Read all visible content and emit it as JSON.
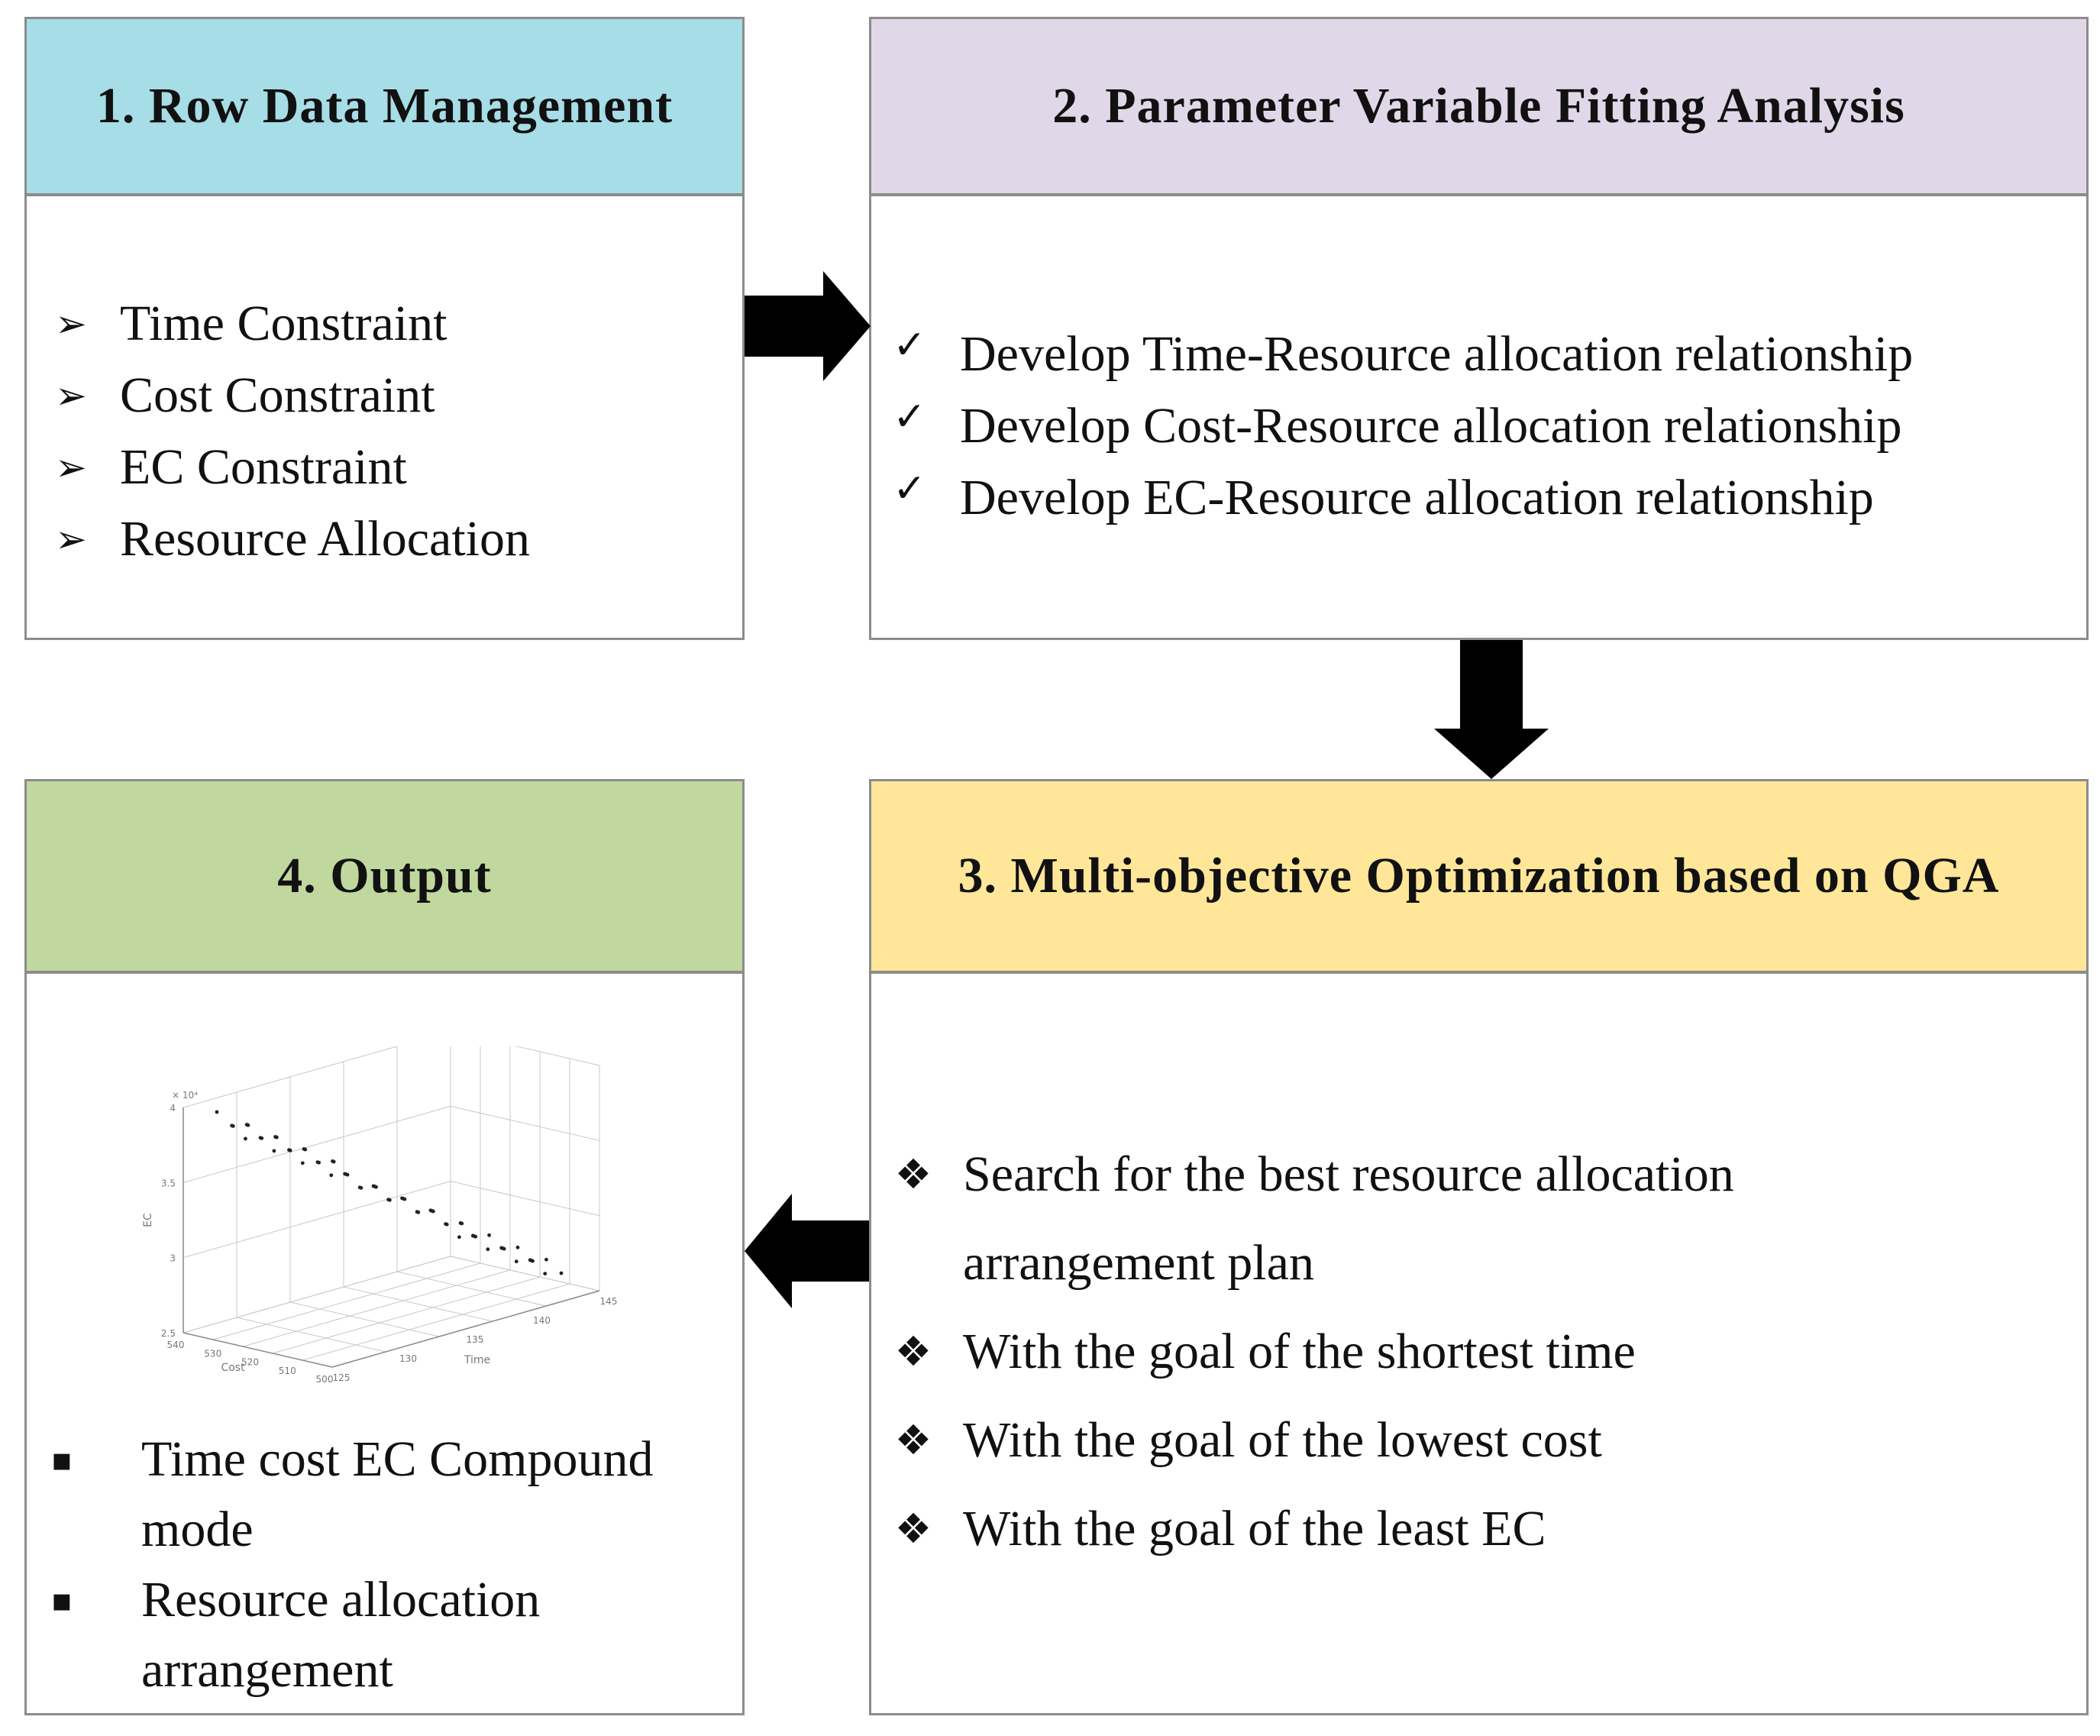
{
  "colors": {
    "box1_header": "#a6dde7",
    "box2_header": "#e0d8e8",
    "box3_header": "#ffe699",
    "box4_header": "#c0d89e",
    "border": "#8c8c8c",
    "arrow": "#000000"
  },
  "box1": {
    "title": "1. Row Data Management",
    "bullet_icon": "➢",
    "items": [
      "Time Constraint",
      "Cost Constraint",
      "EC Constraint",
      "Resource Allocation"
    ]
  },
  "box2": {
    "title": "2. Parameter Variable Fitting Analysis",
    "bullet_icon": "✓",
    "items": [
      "Develop Time-Resource allocation relationship",
      "Develop Cost-Resource allocation relationship",
      "Develop EC-Resource allocation relationship"
    ]
  },
  "box3": {
    "title": "3. Multi-objective Optimization based on QGA",
    "bullet_icon": "❖",
    "items": [
      {
        "line1": "Search for the best resource allocation",
        "line2": "arrangement plan"
      },
      {
        "line1": "With the goal of the shortest time"
      },
      {
        "line1": "With the goal of the lowest cost"
      },
      {
        "line1": "With the goal of the least EC"
      }
    ]
  },
  "box4": {
    "title": "4. Output",
    "bullet_icon": "▪",
    "items": [
      {
        "line1": "Time  cost EC Compound",
        "line2": "mode"
      },
      {
        "line1": "Resource allocation",
        "line2": "arrangement"
      }
    ],
    "plot": {
      "z_axis_label": "EC",
      "x_axis_label": "Time",
      "y_axis_label": "Cost",
      "z_exponent": "× 10⁴",
      "z_ticks": [
        "4",
        "3.5",
        "3",
        "2.5"
      ],
      "x_ticks": [
        "125",
        "130",
        "135",
        "140",
        "145"
      ],
      "y_ticks": [
        "500",
        "510",
        "520",
        "530",
        "540"
      ]
    }
  },
  "flow": [
    "box1 → box2",
    "box2 → box3",
    "box3 → box4"
  ]
}
